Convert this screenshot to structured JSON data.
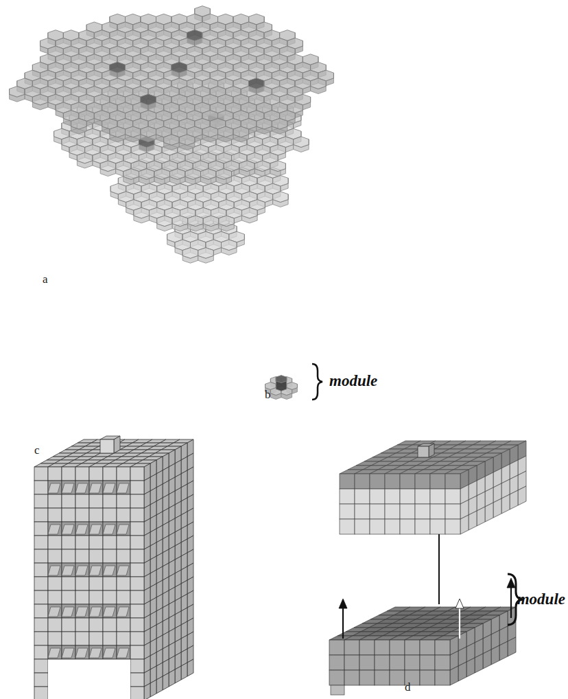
{
  "diagram": {
    "labels": [
      "a",
      "b",
      "module",
      "c",
      "d",
      "module"
    ]
  }
}
